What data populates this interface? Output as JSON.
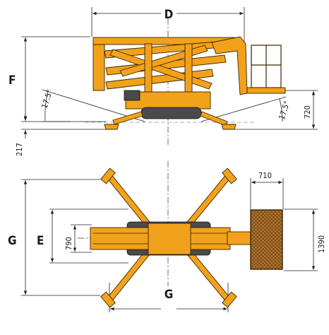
{
  "side_view": {
    "dim_D": "D",
    "dim_F": "F",
    "dim_720": "720",
    "dim_217": "217",
    "angle_left": "17.5°",
    "angle_right": "17.5°"
  },
  "top_view": {
    "dim_G_vertical": "G",
    "dim_E": "E",
    "dim_790": "790",
    "dim_710": "710",
    "dim_1390": "1390",
    "dim_G_horizontal": "G"
  },
  "colors": {
    "machine": "#f2a21a",
    "track": "#4a4a4a",
    "outline": "#3a2400"
  }
}
